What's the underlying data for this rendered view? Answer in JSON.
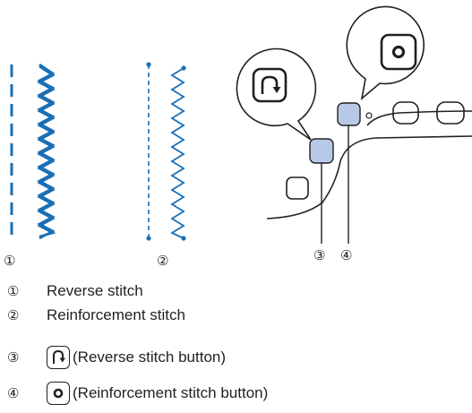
{
  "diagram": {
    "sample_markers": [
      "①",
      "②"
    ],
    "callout_markers": [
      "③",
      "④"
    ]
  },
  "legend": [
    {
      "marker": "①",
      "text": "Reverse stitch"
    },
    {
      "marker": "②",
      "text": "Reinforcement stitch"
    },
    {
      "marker": "③",
      "text": "(Reverse stitch button)",
      "icon": "reverse-stitch-icon"
    },
    {
      "marker": "④",
      "text": "(Reinforcement stitch button)",
      "icon": "reinforcement-stitch-icon"
    }
  ],
  "colors": {
    "stitch": "#1a6fb5",
    "highlight_fill": "#b8c9e8",
    "line": "#231f20"
  }
}
